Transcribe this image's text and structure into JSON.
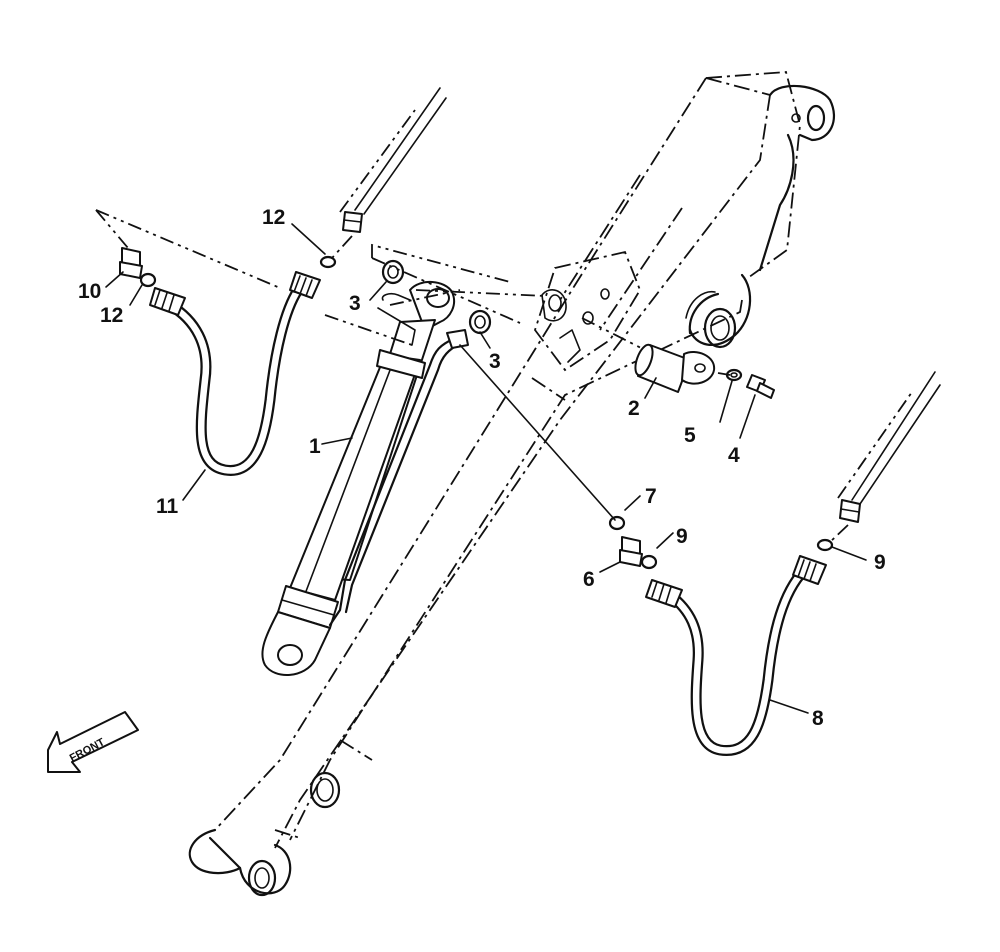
{
  "callouts": [
    {
      "id": "c1",
      "text": "1"
    },
    {
      "id": "c2",
      "text": "2"
    },
    {
      "id": "c3a",
      "text": "3"
    },
    {
      "id": "c3b",
      "text": "3"
    },
    {
      "id": "c4",
      "text": "4"
    },
    {
      "id": "c5",
      "text": "5"
    },
    {
      "id": "c6",
      "text": "6"
    },
    {
      "id": "c7",
      "text": "7"
    },
    {
      "id": "c8",
      "text": "8"
    },
    {
      "id": "c9a",
      "text": "9"
    },
    {
      "id": "c9b",
      "text": "9"
    },
    {
      "id": "c10",
      "text": "10"
    },
    {
      "id": "c11",
      "text": "11"
    },
    {
      "id": "c12a",
      "text": "12"
    },
    {
      "id": "c12b",
      "text": "12"
    }
  ],
  "direction_indicator": {
    "label": "FRONT",
    "icon": "front-arrow-icon"
  }
}
